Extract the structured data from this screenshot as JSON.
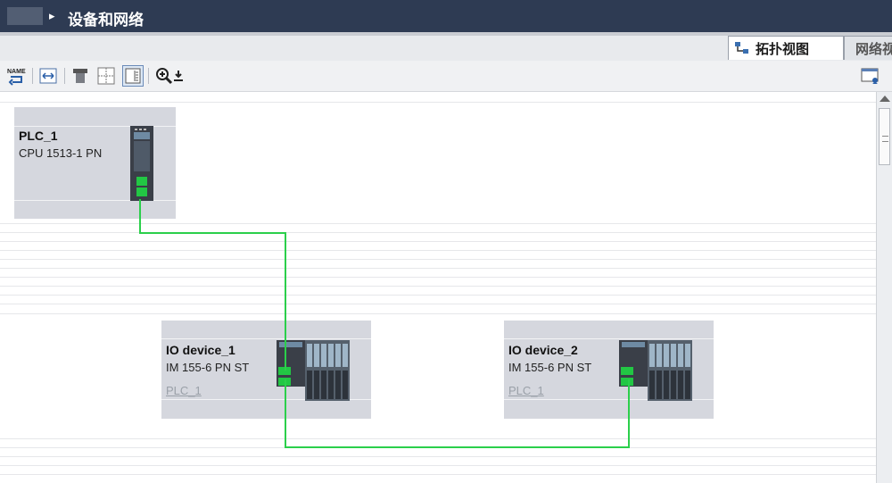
{
  "titlebar": {
    "breadcrumb_arrow": "▸",
    "title": "设备和网络"
  },
  "tabs": {
    "topology_view": "拓扑视图",
    "network_view": "网络视图"
  },
  "toolbar": {
    "name_icon_text": "NAME"
  },
  "devices": [
    {
      "name": "PLC_1",
      "type": "CPU 1513-1 PN",
      "link": ""
    },
    {
      "name": "IO device_1",
      "type": "IM 155-6 PN ST",
      "link": "PLC_1"
    },
    {
      "name": "IO device_2",
      "type": "IM 155-6 PN ST",
      "link": "PLC_1"
    }
  ],
  "colors": {
    "titlebar": "#2e3b53",
    "device_box": "#d5d7de",
    "port_green": "#22c744",
    "wire_green": "#2bcf4b",
    "module_dark": "#3a3f48"
  }
}
